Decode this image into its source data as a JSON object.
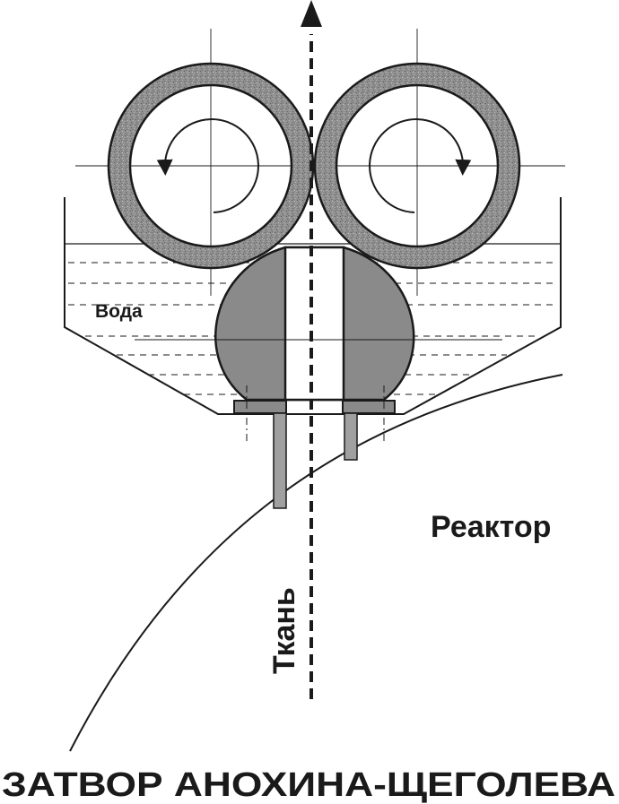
{
  "labels": {
    "water": "Вода",
    "reactor": "Реактор",
    "fabric": "Ткань",
    "title": "ЗАТВОР АНОХИНА-ЩЕГОЛЕВА"
  },
  "colors": {
    "outline": "#1a1a1a",
    "roller_shell": "#8c8c8c",
    "roller_core": "#ffffff",
    "seal_body": "#8a8a8a",
    "support_rod": "#a0a0a0",
    "background": "#ffffff"
  }
}
